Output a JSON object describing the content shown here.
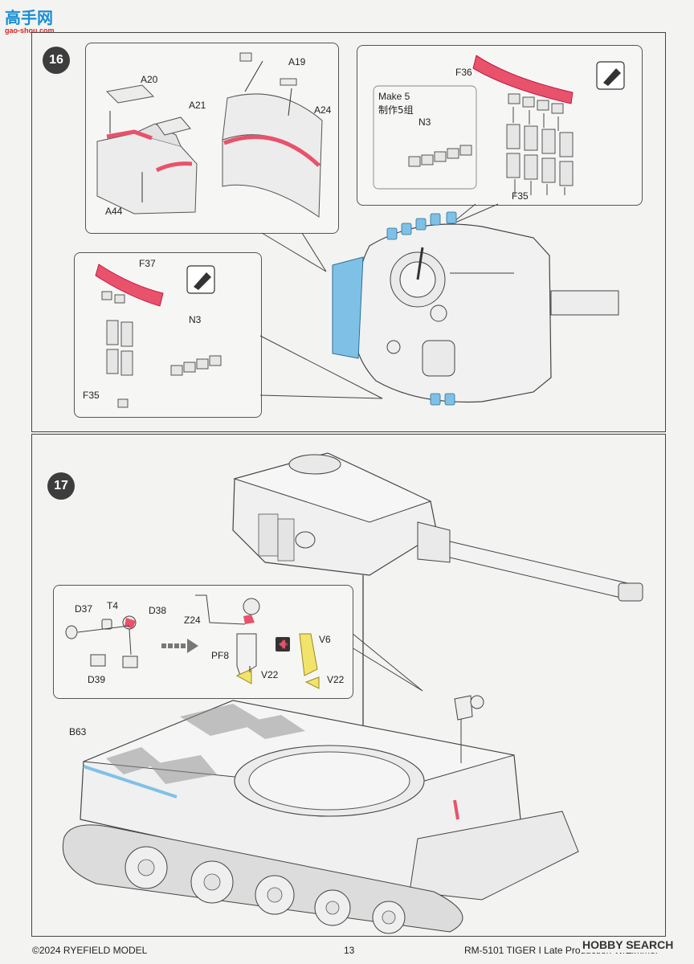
{
  "watermark_top": {
    "cn": "高手网",
    "url": "gao-shou.com"
  },
  "step16": {
    "number": "16",
    "panel_a": {
      "labels": {
        "a20": "A20",
        "a21": "A21",
        "a19": "A19",
        "a24": "A24",
        "a44": "A44"
      }
    },
    "panel_b": {
      "f36": "F36",
      "make_en": "Make 5",
      "make_cn": "制作5组",
      "n3": "N3",
      "f35": "F35"
    },
    "panel_c": {
      "f37": "F37",
      "n3": "N3",
      "f35": "F35"
    }
  },
  "step17": {
    "number": "17",
    "labels": {
      "d37": "D37",
      "t4": "T4",
      "d38": "D38",
      "d39": "D39",
      "z24": "Z24",
      "pf8": "PF8",
      "v6": "V6",
      "v22a": "V22",
      "v22b": "V22",
      "b63": "B63"
    }
  },
  "footer": {
    "copyright": "©2024 RYEFIELD MODEL",
    "page": "13",
    "title": "RM-5101 TIGER I Late Production W/Zimmerit",
    "watermark": "HOBBY SEARCH"
  },
  "colors": {
    "accent_red": "#e8526b",
    "accent_blue": "#7fc1e6",
    "accent_yellow": "#f2e36b"
  }
}
